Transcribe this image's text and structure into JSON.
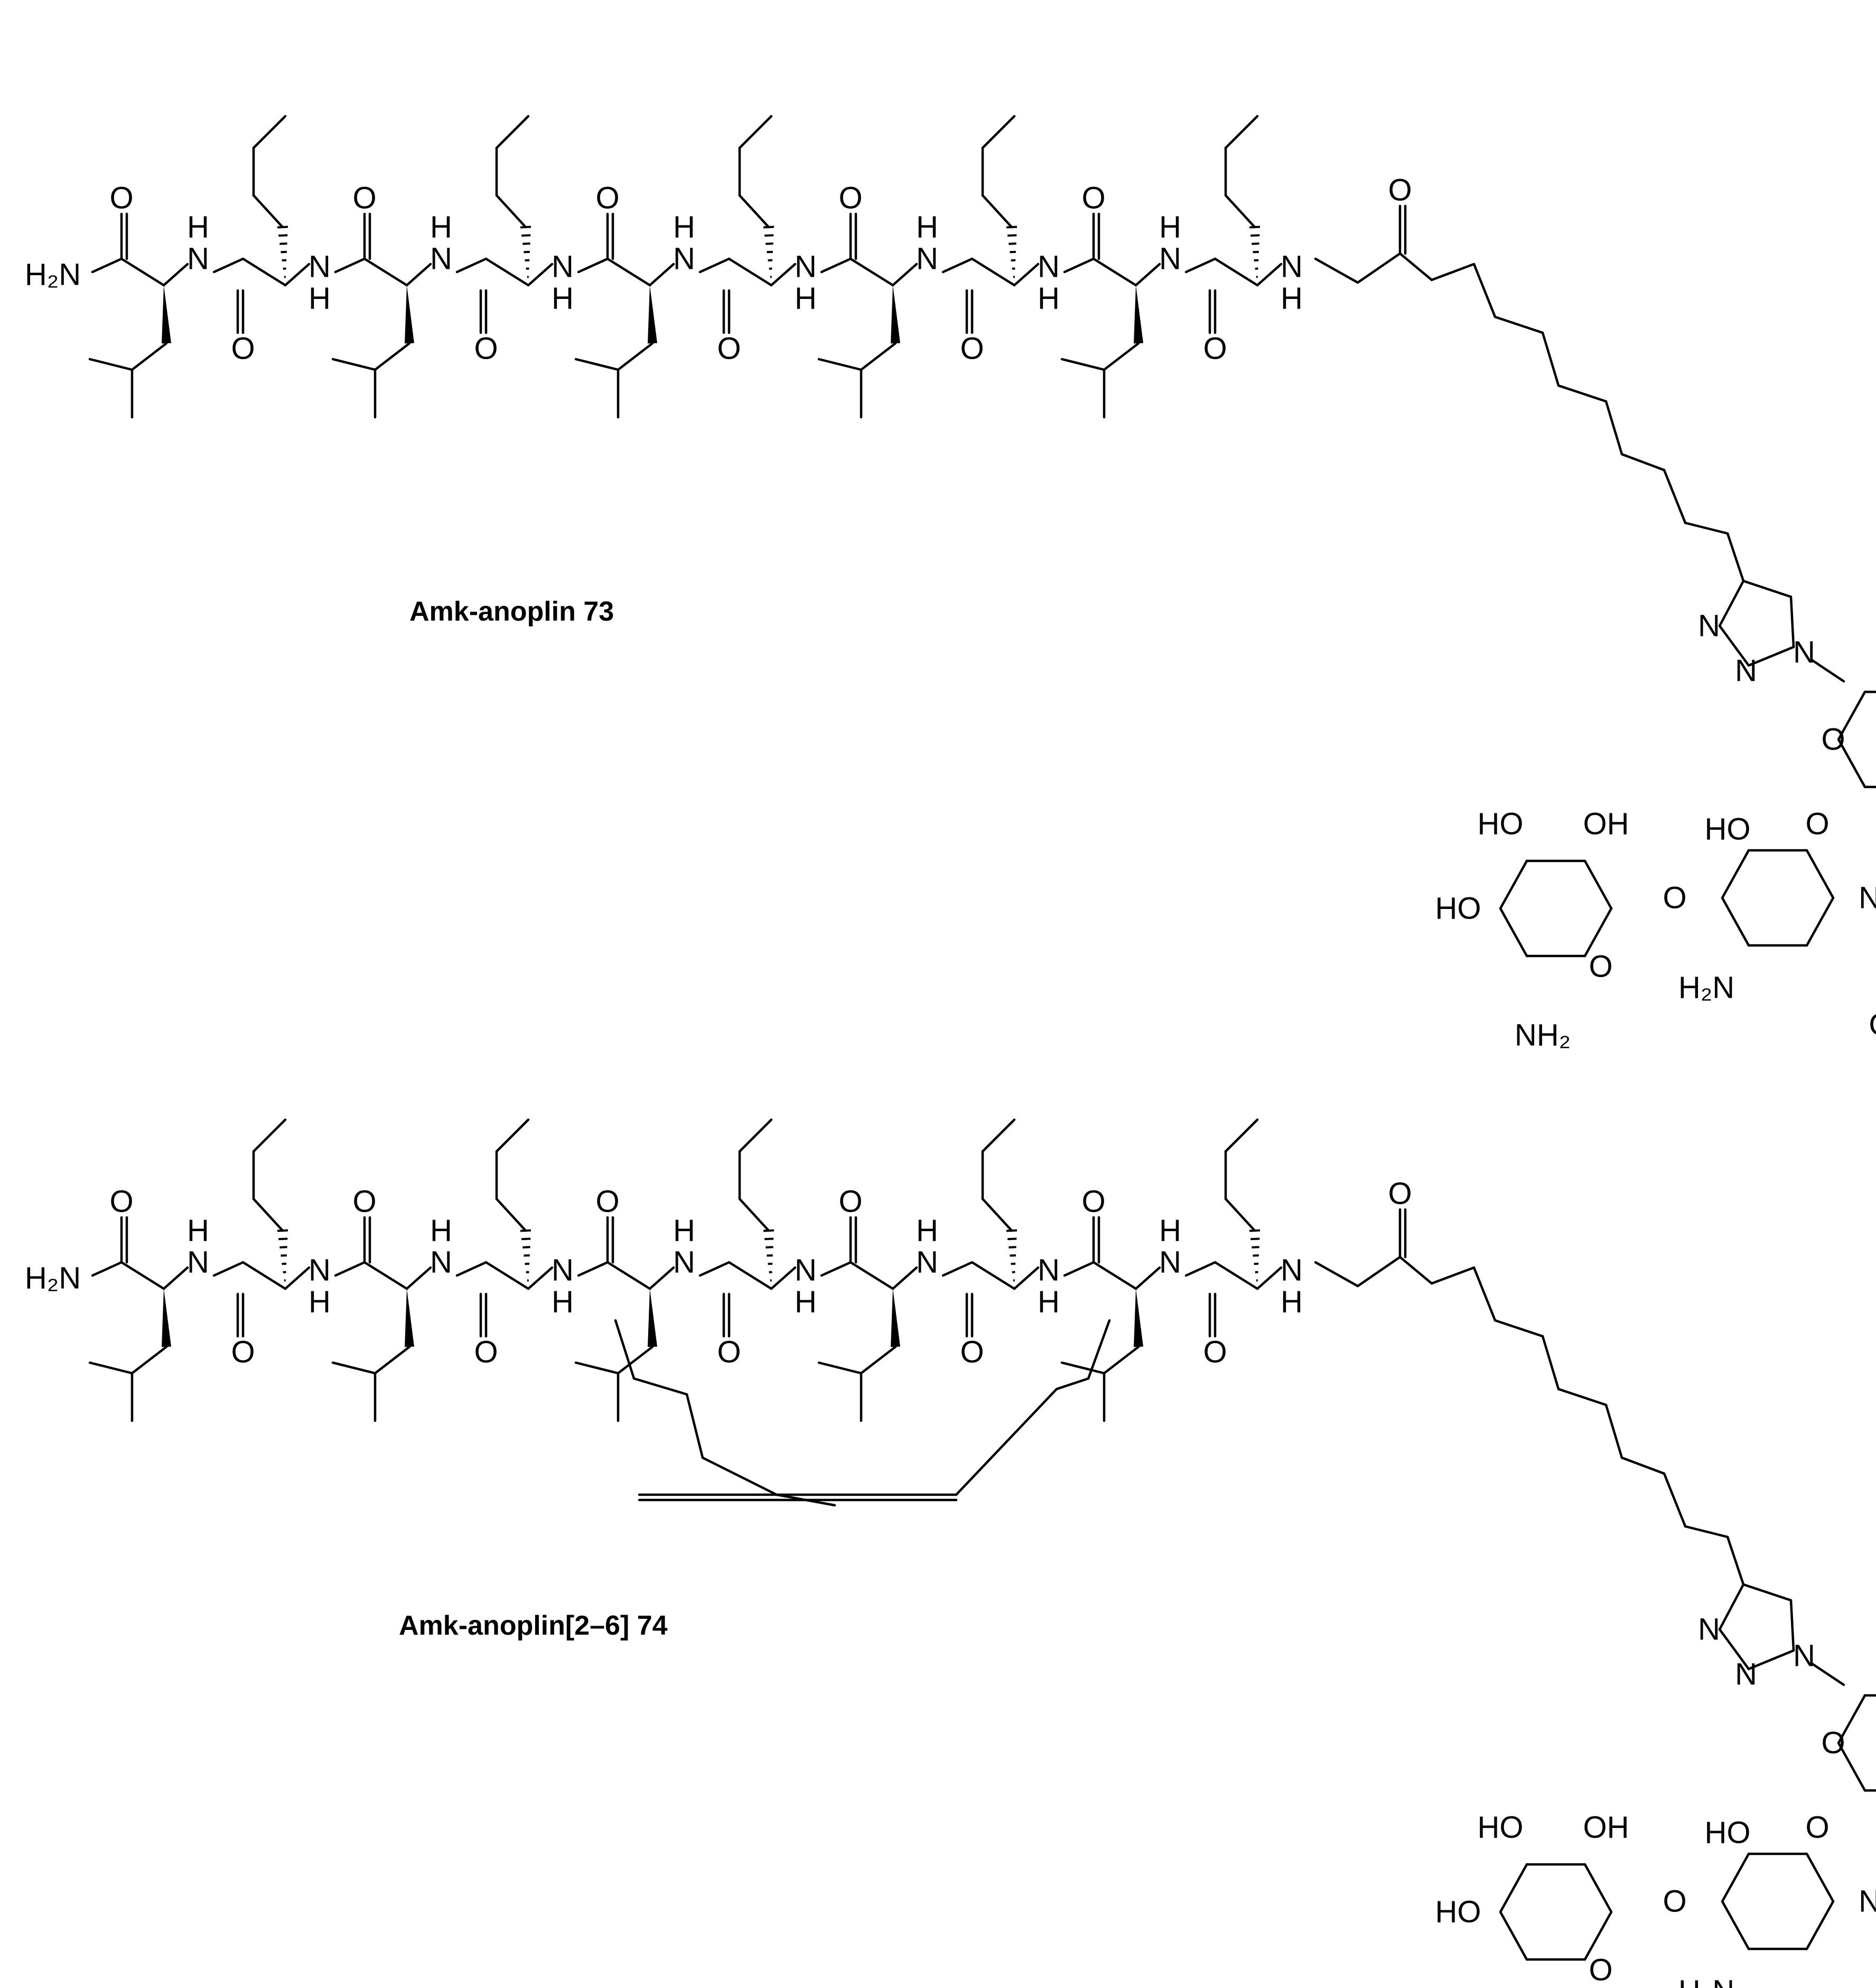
{
  "compounds": [
    {
      "id": "73",
      "label": "Amk-anoplin 73"
    },
    {
      "id": "74",
      "label": "Amk-anoplin[2–6] 74"
    }
  ],
  "atom_labels": {
    "h2n": "H₂N",
    "nh2": "NH₂",
    "nh": "NH",
    "hn": "HN",
    "n": "N",
    "h": "H",
    "o": "O",
    "oh": "OH",
    "ho": "HO"
  }
}
